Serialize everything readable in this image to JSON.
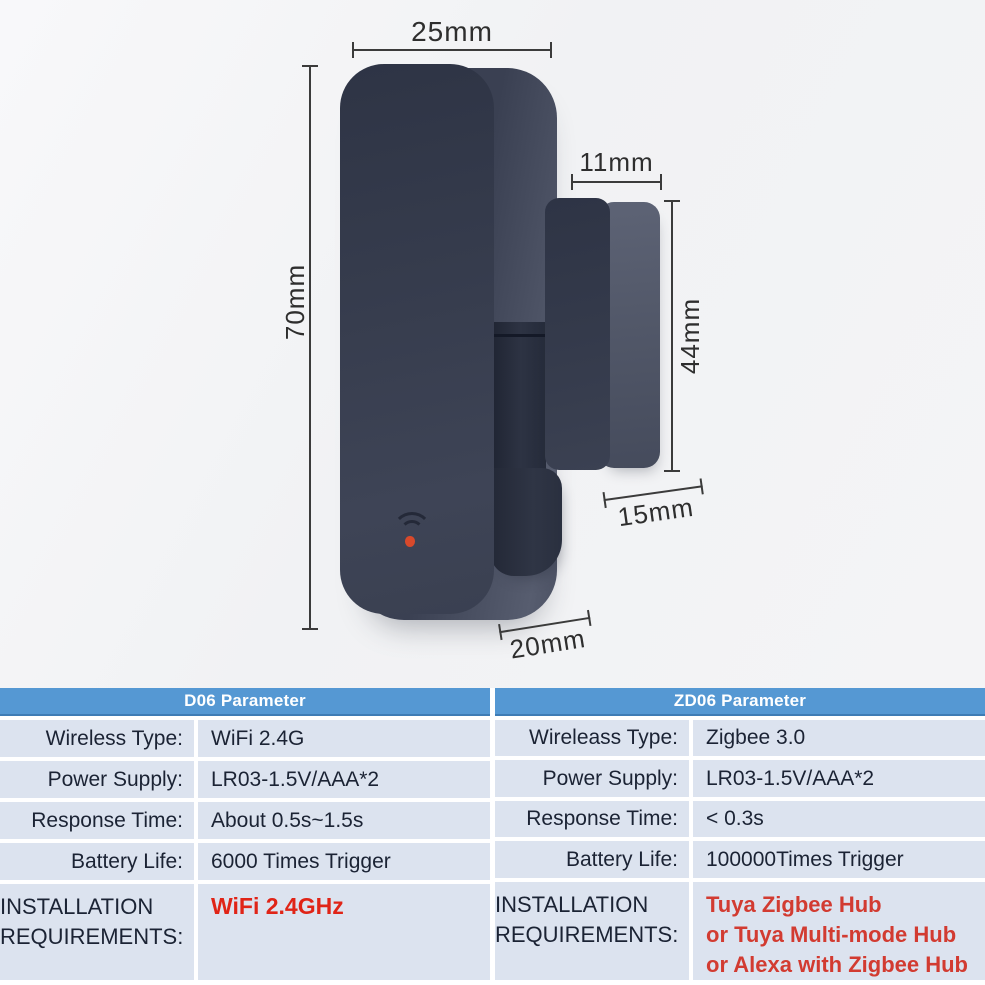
{
  "diagram": {
    "labels": {
      "sensor_width": "25mm",
      "sensor_height": "70mm",
      "sensor_depth": "20mm",
      "magnet_width": "11mm",
      "magnet_height": "44mm",
      "magnet_depth": "15mm"
    }
  },
  "tables": [
    {
      "header": "D06 Parameter",
      "rows": [
        {
          "label": "Wireless Type:",
          "value": "WiFi 2.4G"
        },
        {
          "label": "Power Supply:",
          "value": "LR03-1.5V/AAA*2"
        },
        {
          "label": "Response Time:",
          "value": "About 0.5s~1.5s"
        },
        {
          "label": "Battery Life:",
          "value": "6000 Times Trigger"
        }
      ],
      "installation_label": [
        "INSTALLATION",
        "REQUIREMENTS:"
      ],
      "installation_values": [
        "WiFi 2.4GHz"
      ]
    },
    {
      "header": "ZD06 Parameter",
      "rows": [
        {
          "label": "Wireleass Type:",
          "value": "Zigbee 3.0"
        },
        {
          "label": "Power Supply:",
          "value": "LR03-1.5V/AAA*2"
        },
        {
          "label": "Response Time:",
          "value": "< 0.3s"
        },
        {
          "label": "Battery Life:",
          "value": "100000Times Trigger"
        }
      ],
      "installation_label": [
        "INSTALLATION",
        "REQUIREMENTS:"
      ],
      "installation_values": [
        "Tuya Zigbee Hub",
        "or Tuya Multi-mode Hub",
        "or Alexa with Zigbee Hub"
      ]
    }
  ],
  "colors": {
    "header_blue": "#5598d3",
    "row_bg": "#dce3ef",
    "accent_red_left": "#e02417",
    "accent_red_right": "#d23b31",
    "device_body": "#373d4e",
    "device_side": "#535969",
    "led_orange": "#d8492b",
    "dimension_line": "#3b3b3b"
  }
}
